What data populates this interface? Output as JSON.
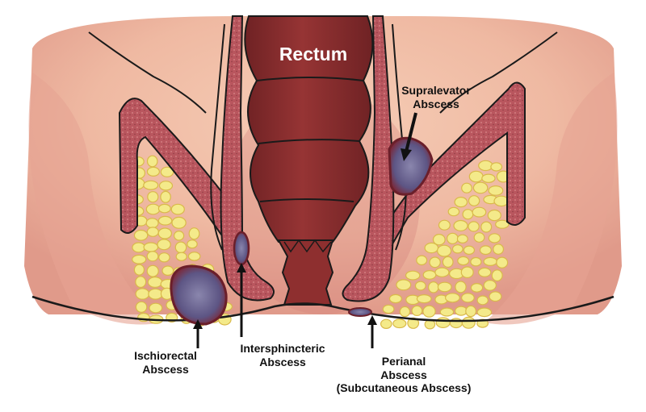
{
  "title": "Rectum",
  "labels": {
    "supralevator": [
      "Supralevator",
      "Abscess"
    ],
    "ischiorectal": [
      "Ischiorectal",
      "Abscess"
    ],
    "intersphincteric": [
      "Intersphincteric",
      "Abscess"
    ],
    "perianal": [
      "Perianal",
      "Abscess",
      "(Subcutaneous Abscess)"
    ]
  },
  "colors": {
    "skin": "#f3c3ad",
    "skin_shadow": "#d98f83",
    "muscle": "#b2515a",
    "rectum": "#8e2f2f",
    "rectum_dark": "#6d1f22",
    "fat": "#f4ea8a",
    "abscess": "#6a6290",
    "outline": "#1a1a1a"
  }
}
